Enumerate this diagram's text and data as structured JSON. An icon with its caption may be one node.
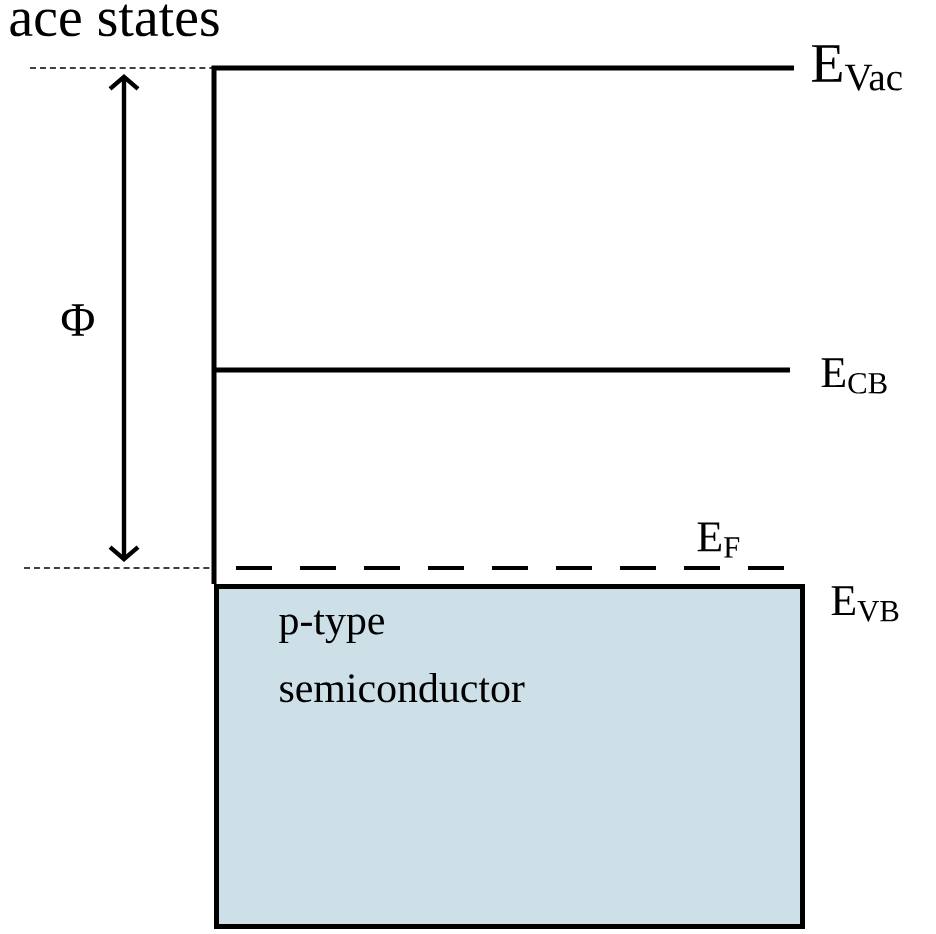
{
  "diagram": {
    "title": "ace states",
    "nodes": [
      {
        "text": [
          "p-type semiconductor"
        ]
      }
    ],
    "labels": [
      "E$_{Vac}$",
      "Φ",
      "E$_{CB}$",
      "E$_{F}$",
      "E$_{VB}$"
    ]
  }
}
